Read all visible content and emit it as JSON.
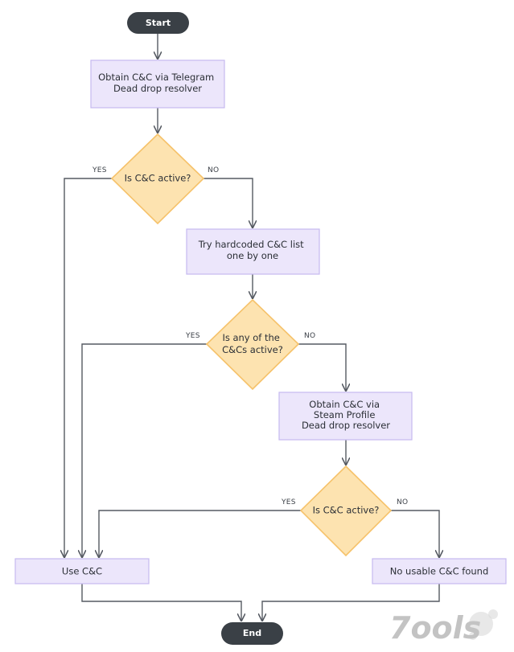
{
  "terminals": {
    "start": "Start",
    "end": "End"
  },
  "steps": {
    "telegram": [
      "Obtain C&C via Telegram",
      "Dead drop resolver"
    ],
    "hardcoded": [
      "Try hardcoded C&C list",
      "one by one"
    ],
    "steam": [
      "Obtain C&C via",
      "Steam Profile",
      "Dead drop resolver"
    ],
    "use_cc": "Use C&C",
    "no_cc": "No usable C&C found"
  },
  "decisions": {
    "first": "Is C&C active?",
    "second": [
      "Is any of the",
      "C&Cs active?"
    ],
    "third": "Is C&C active?"
  },
  "edge_labels": {
    "yes": "YES",
    "no": "NO"
  },
  "watermark": "7ools"
}
